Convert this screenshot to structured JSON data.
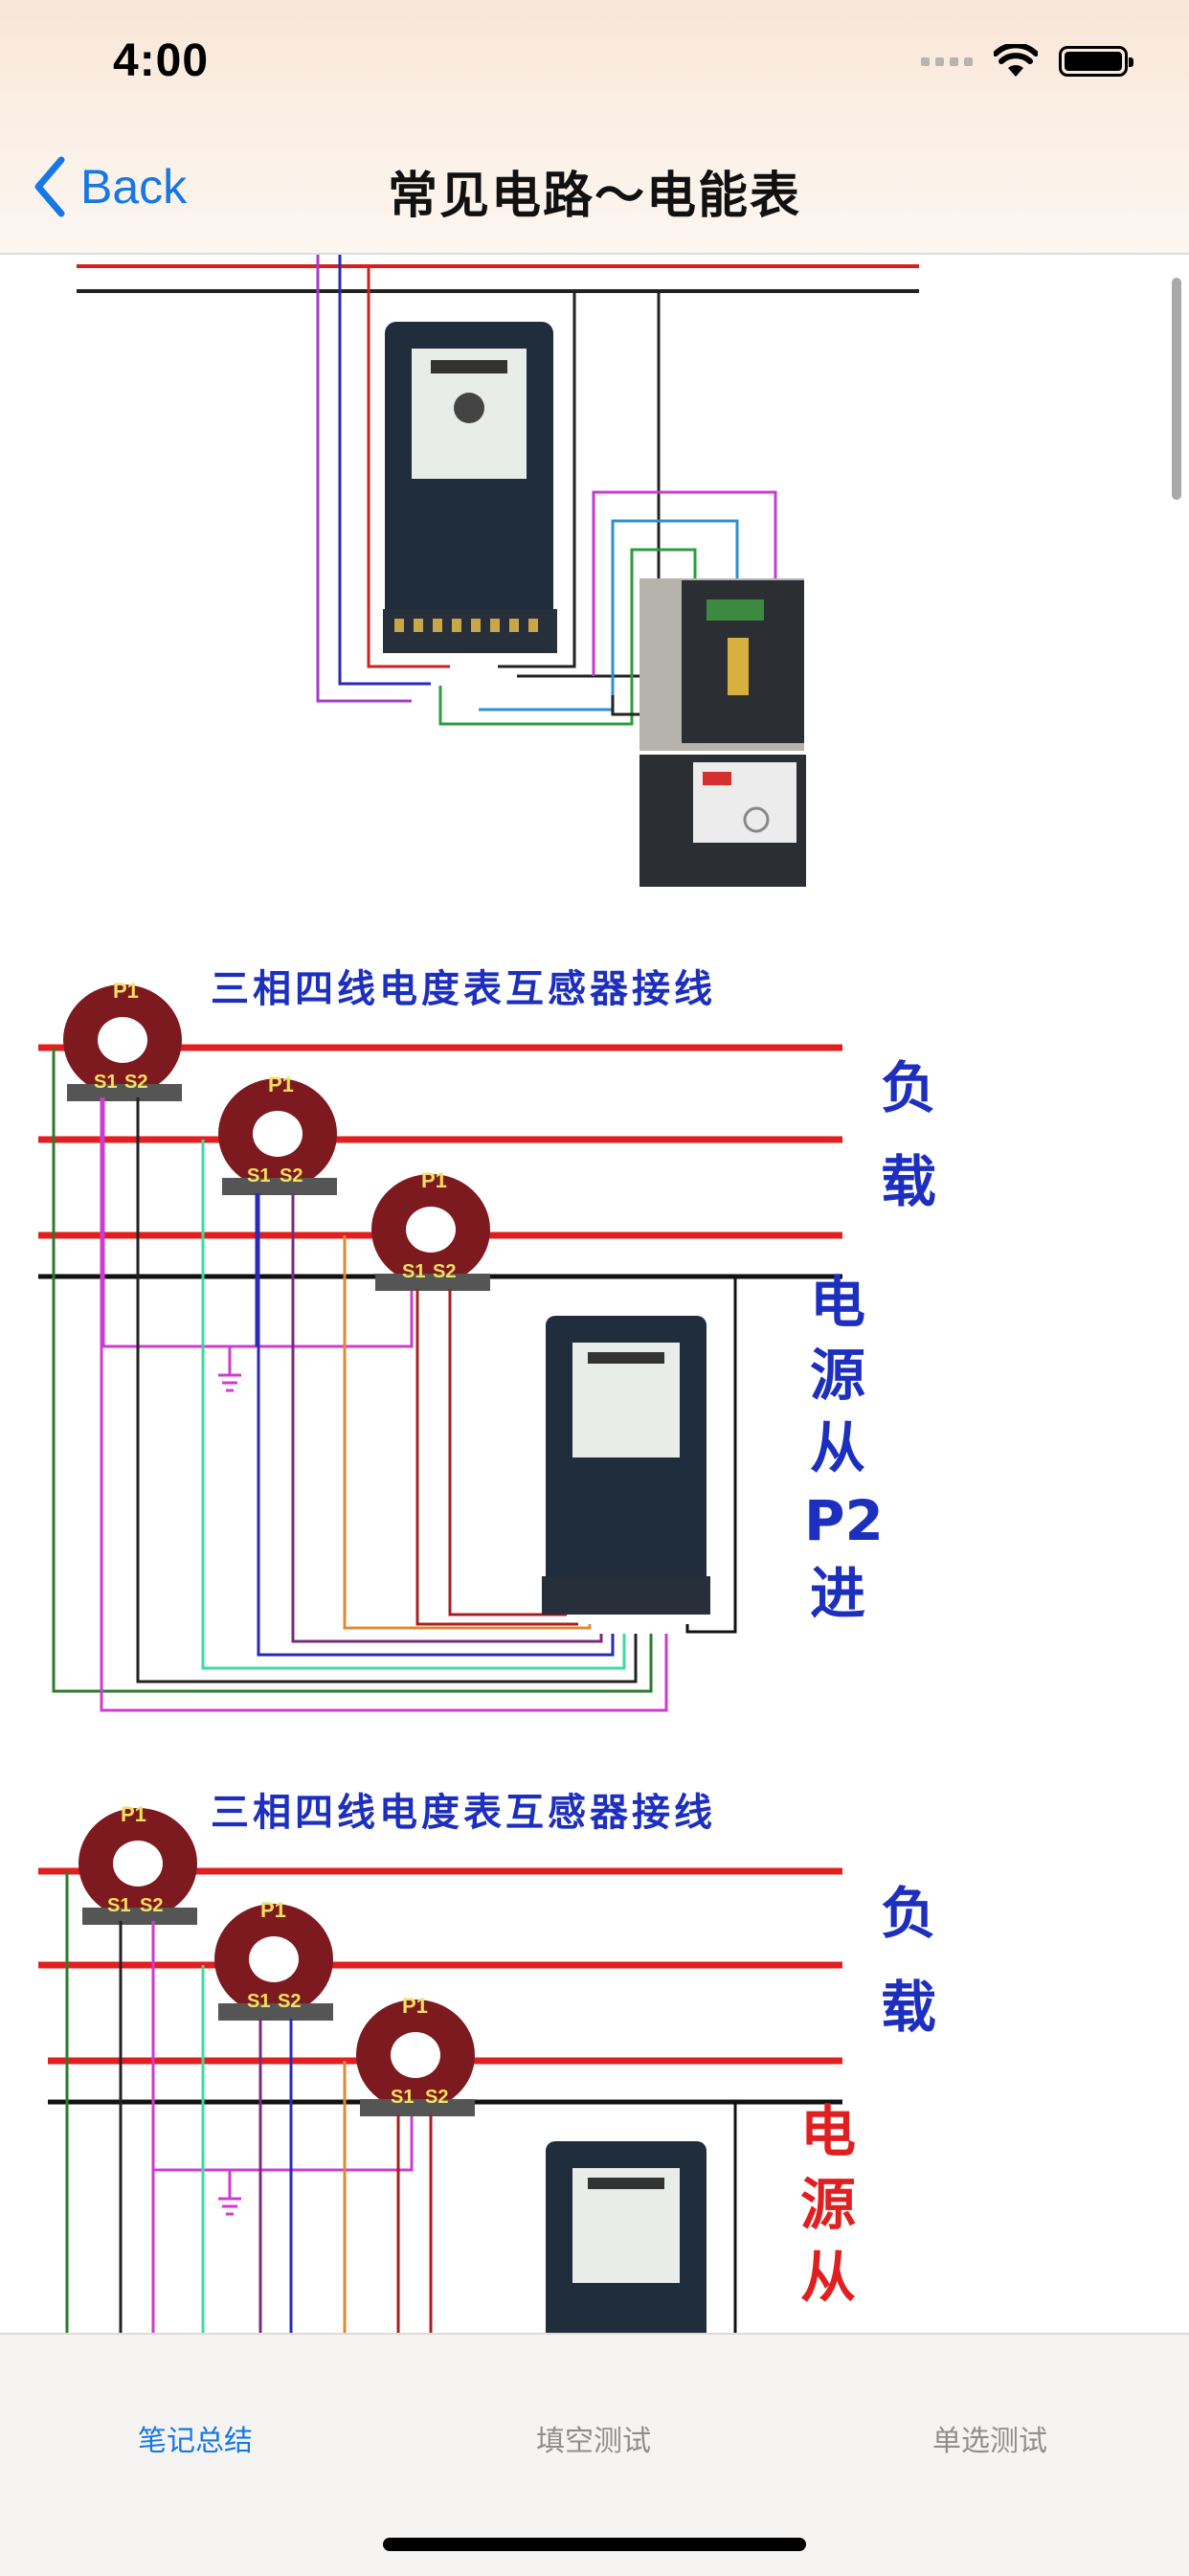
{
  "status_bar": {
    "time": "4:00"
  },
  "nav": {
    "back_label": "Back",
    "title": "常见电路～电能表"
  },
  "diagrams": [
    {
      "title": "",
      "side_labels": []
    },
    {
      "title": "三相四线电度表互感器接线",
      "load_label": [
        "负",
        "载"
      ],
      "source_label": [
        "电",
        "源",
        "从",
        "P2",
        "进"
      ],
      "ct_labels": [
        "P1",
        "S1",
        "S2"
      ]
    },
    {
      "title": "三相四线电度表互感器接线",
      "load_label": [
        "负",
        "载"
      ],
      "source_label": [
        "电",
        "源",
        "从"
      ],
      "ct_labels": [
        "P1",
        "S1",
        "S2"
      ]
    }
  ],
  "tabs": [
    {
      "label": "笔记总结",
      "active": true
    },
    {
      "label": "填空测试",
      "active": false
    },
    {
      "label": "单选测试",
      "active": false
    }
  ],
  "colors": {
    "accent": "#1677e6",
    "diagram_blue": "#1d2fbf",
    "diagram_red": "#e02020"
  }
}
